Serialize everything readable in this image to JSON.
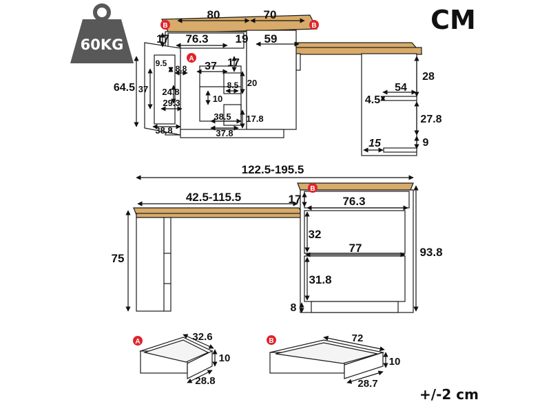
{
  "weight": {
    "label": "60KG"
  },
  "unit": {
    "label": "CM"
  },
  "tolerance": {
    "label": "+/-2 cm"
  },
  "colors": {
    "wood": "#d8ab6a",
    "badge": "#e0242b",
    "weight": "#585858",
    "panel": "#ffffff",
    "line": "#1a1a1a"
  },
  "badges": {
    "a": "A",
    "b": "B"
  },
  "top_view": {
    "width_top": "80",
    "ext_top": "70",
    "drawer_h": "17",
    "drawer_w": "76.3",
    "gap": "19",
    "ext_w": "59",
    "height_left": "64.5",
    "door_h": "37",
    "d_95": "9.5",
    "d_88": "8.8",
    "d_37b": "37",
    "d_17b": "17",
    "d_248": "24.8",
    "d_293": "29.3",
    "d_85": "8.5",
    "d_20": "20",
    "d_10": "10",
    "d_385": "38.5",
    "d_178": "17.8",
    "d_378": "37.8",
    "d_388": "38.8",
    "r_28": "28",
    "r_54": "54",
    "r_45": "4.5",
    "r_278": "27.8",
    "r_15": "15",
    "r_9": "9"
  },
  "front_view": {
    "total_w": "122.5-195.5",
    "ext_w": "42.5-115.5",
    "drawer_h": "17",
    "drawer_w": "76.3",
    "height": "75",
    "shelf_h1": "32",
    "shelf_w": "77",
    "total_h": "93.8",
    "shelf_h2": "31.8",
    "base_h": "8"
  },
  "drawer_a": {
    "w": "32.6",
    "h": "10",
    "d": "28.8"
  },
  "drawer_b": {
    "w": "72",
    "h": "10",
    "d": "28.7"
  }
}
